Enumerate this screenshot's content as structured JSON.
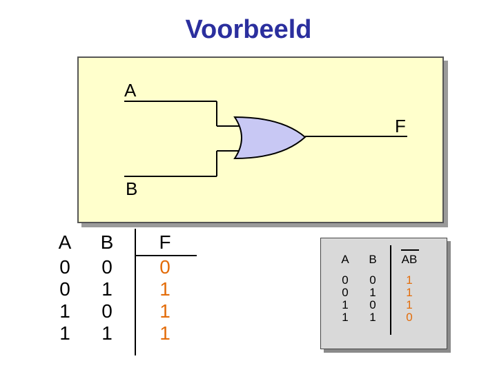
{
  "title": "Voorbeeld",
  "gate": {
    "input_a": "A",
    "input_b": "B",
    "output": "F"
  },
  "truth_table": {
    "headers": [
      "A",
      "B",
      "F"
    ],
    "a": [
      "0",
      "0",
      "1",
      "1"
    ],
    "b": [
      "0",
      "1",
      "0",
      "1"
    ],
    "f": [
      "0",
      "1",
      "1",
      "1"
    ]
  },
  "small_table": {
    "headers": [
      "A",
      "B",
      "AB"
    ],
    "a": [
      "0",
      "0",
      "1",
      "1"
    ],
    "b": [
      "0",
      "1",
      "0",
      "1"
    ],
    "ab": [
      "1",
      "1",
      "1",
      "0"
    ]
  },
  "colors": {
    "title": "#2b2f9e",
    "panel": "#ffffcc",
    "gate_fill": "#c8c8f4",
    "output_values": "#e36c09"
  }
}
